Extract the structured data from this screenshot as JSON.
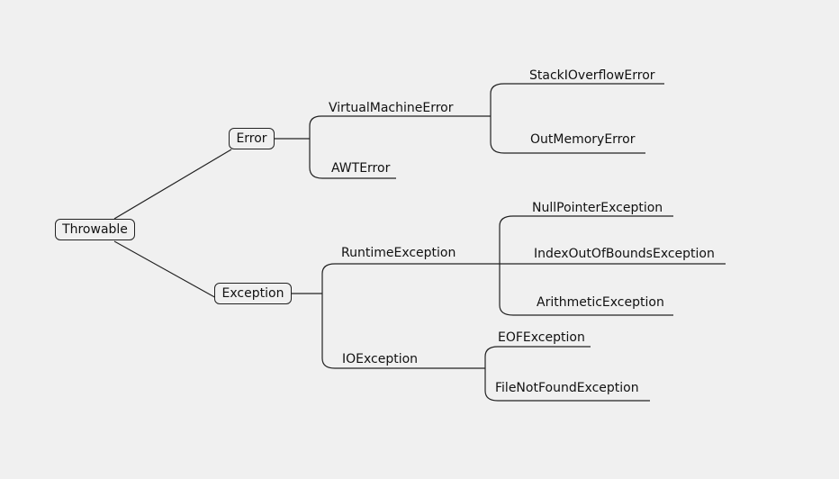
{
  "root": "Throwable",
  "error": {
    "label": "Error",
    "children": [
      "VirtualMachineError",
      "AWTError"
    ],
    "vm_children": [
      "StackIOverflowError",
      "OutMemoryError"
    ]
  },
  "exception": {
    "label": "Exception",
    "children": [
      "RuntimeException",
      "IOException"
    ],
    "runtime_children": [
      "NullPointerException",
      "IndexOutOfBoundsException",
      "ArithmeticException"
    ],
    "io_children": [
      "EOFException",
      "FileNotFoundException"
    ]
  },
  "colors": {
    "background": "#f0f0f0",
    "stroke": "#222222",
    "text": "#111111"
  }
}
